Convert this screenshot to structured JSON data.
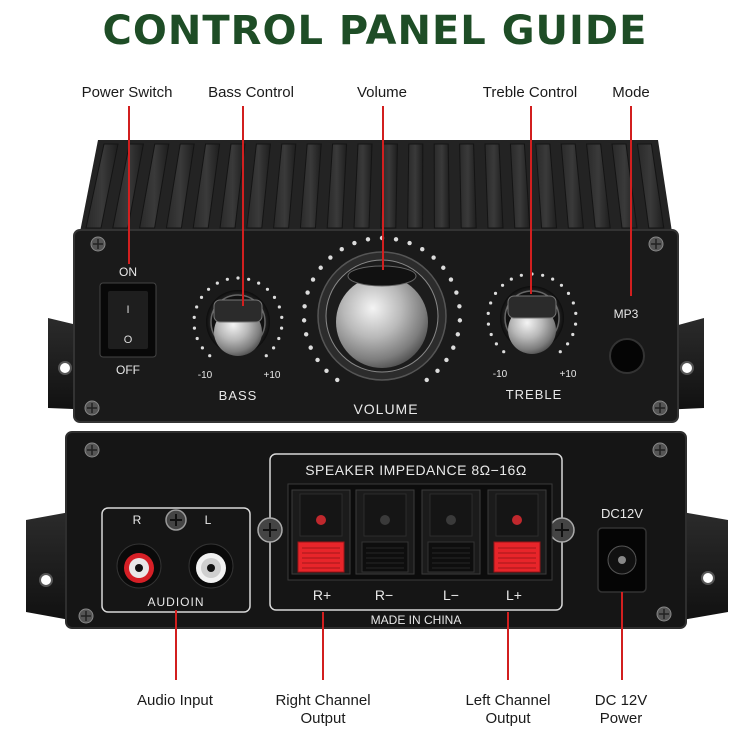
{
  "title": "CONTROL PANEL GUIDE",
  "top_callouts": {
    "power_switch": "Power Switch",
    "bass_control": "Bass Control",
    "volume": "Volume",
    "treble_control": "Treble Control",
    "mode": "Mode"
  },
  "bottom_callouts": {
    "audio_input": "Audio Input",
    "right_channel_output": "Right Channel Output",
    "left_channel_output": "Left Channel Output",
    "dc_power": "DC 12V Power"
  },
  "front_panel": {
    "on": "ON",
    "off": "OFF",
    "switch_top_mark": "I",
    "switch_bottom_mark": "O",
    "bass_min": "-10",
    "bass_max": "+10",
    "bass_label": "BASS",
    "volume_label": "VOLUME",
    "treble_min": "-10",
    "treble_max": "+10",
    "treble_label": "TREBLE",
    "mode_label": "MP3"
  },
  "rear_panel": {
    "impedance": "SPEAKER IMPEDANCE 8Ω−16Ω",
    "rca_r": "R",
    "rca_l": "L",
    "audio_in": "AUDIOIN",
    "terminal_r_plus": "R+",
    "terminal_r_minus": "R−",
    "terminal_l_minus": "L−",
    "terminal_l_plus": "L+",
    "made_in": "MADE IN CHINA",
    "dc": "DC12V"
  },
  "colors": {
    "title": "#1e4d26",
    "callout_line": "#d21f1f",
    "body": "#1c1c1c",
    "panel": "#151515",
    "terminal_red": "#e8252a"
  }
}
